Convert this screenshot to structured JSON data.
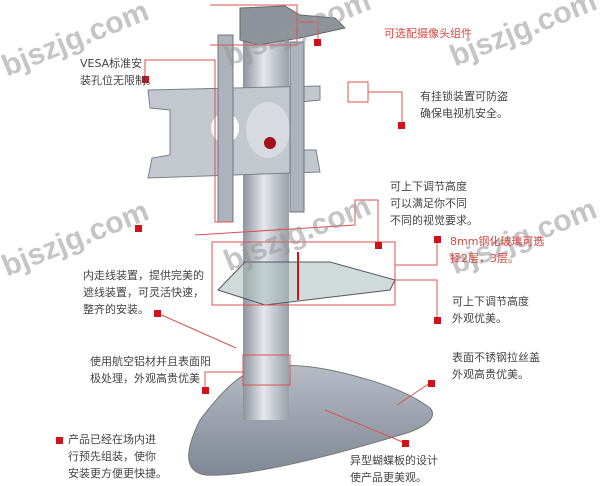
{
  "watermark": "bjszjg.com",
  "annotations": {
    "camera": "可选配摄像头组件",
    "vesa": [
      "VESA标准安",
      "装孔位无限制。"
    ],
    "lock": [
      "有挂锁装置可防盗",
      "确保电视机安全。"
    ],
    "height": [
      "可上下调节高度",
      "可以满足你不同",
      "不同的视觉要求。"
    ],
    "glass": [
      "8mm钢化玻璃可选",
      "择2层，3层。"
    ],
    "cable": [
      "内走线装置，提供完美的",
      "遮线装置，可灵活快速，",
      "整齐的安装。"
    ],
    "shelf_height": [
      "可上下调节高度",
      "外观优美。"
    ],
    "aluminum": [
      "使用航空铝材并且表面阳",
      "极处理，外观高贵优美"
    ],
    "steel": [
      "表面不锈钢拉丝盖",
      "外观高贵优美。"
    ],
    "preassembled": [
      "产品已经在场内进",
      "行预先组装，使你",
      "安装更方便更快捷。"
    ],
    "base": [
      "异型蝴蝶板的设计",
      "使产品更美观。"
    ]
  },
  "colors": {
    "accent": "#d0121b",
    "label_red": "#d9473f",
    "text": "#444444",
    "metal": "#b8bcc4"
  }
}
